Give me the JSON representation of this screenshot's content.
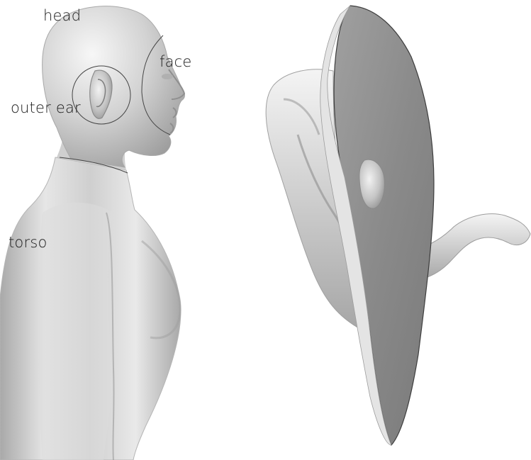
{
  "labels": {
    "head": "head",
    "face": "face",
    "outer_ear": "outer ear",
    "torso": "torso"
  },
  "colors": {
    "background": "#ffffff",
    "model_light": "#f2f2f2",
    "model_mid": "#c9c9c9",
    "model_dark": "#8e8e8e",
    "outline": "#444444",
    "label_text": "#1a1a1a"
  }
}
